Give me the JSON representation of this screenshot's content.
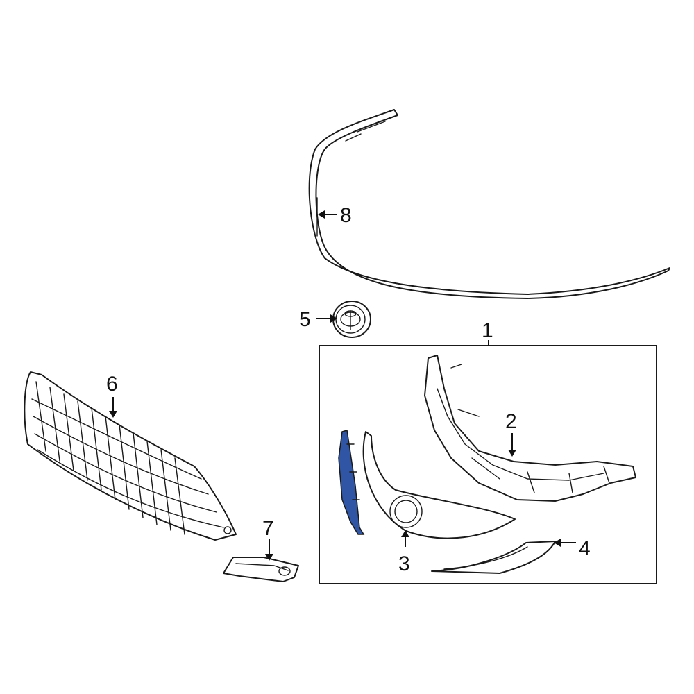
{
  "diagram": {
    "colors": {
      "line": "#1a1a1a",
      "highlight": "#2f55a4",
      "background": "#ffffff"
    },
    "callouts": [
      {
        "id": "1",
        "label": "1",
        "part": "grille-assembly"
      },
      {
        "id": "2",
        "label": "2",
        "part": "grille-bracket"
      },
      {
        "id": "3",
        "label": "3",
        "part": "upper-grille-cover"
      },
      {
        "id": "4",
        "label": "4",
        "part": "lower-molding"
      },
      {
        "id": "5",
        "label": "5",
        "part": "emblem"
      },
      {
        "id": "6",
        "label": "6",
        "part": "lower-grille"
      },
      {
        "id": "7",
        "label": "7",
        "part": "fog-lamp-bezel"
      },
      {
        "id": "8",
        "label": "8",
        "part": "hood-molding-strip"
      }
    ],
    "highlighted_part": "bracket-insert"
  }
}
